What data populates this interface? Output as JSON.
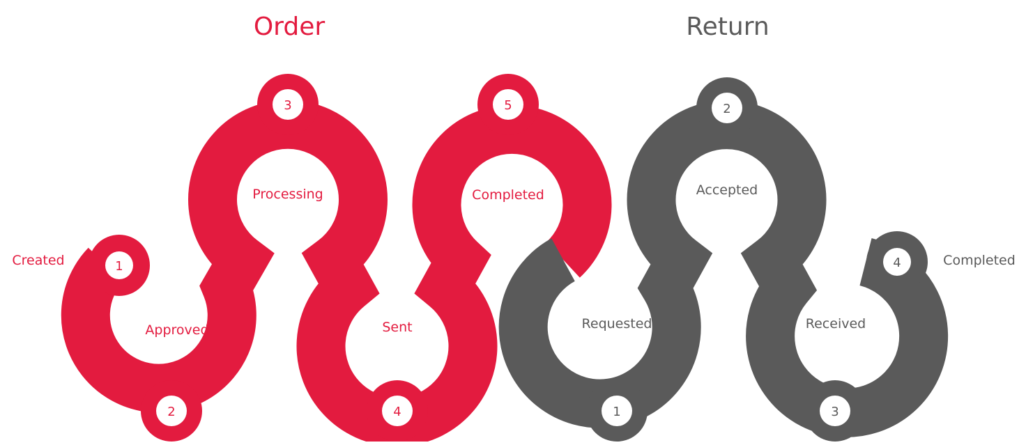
{
  "colors": {
    "order": "#E31B3F",
    "return": "#5A5A5A",
    "background": "#FFFFFF",
    "marker_fill": "#FFFFFF"
  },
  "order": {
    "title": "Order",
    "steps": [
      {
        "number": "1",
        "label": "Created"
      },
      {
        "number": "2",
        "label": "Approved"
      },
      {
        "number": "3",
        "label": "Processing"
      },
      {
        "number": "4",
        "label": "Sent"
      },
      {
        "number": "5",
        "label": "Completed"
      }
    ]
  },
  "return": {
    "title": "Return",
    "steps": [
      {
        "number": "1",
        "label": "Requested"
      },
      {
        "number": "2",
        "label": "Accepted"
      },
      {
        "number": "3",
        "label": "Received"
      },
      {
        "number": "4",
        "label": "Completed"
      }
    ]
  }
}
